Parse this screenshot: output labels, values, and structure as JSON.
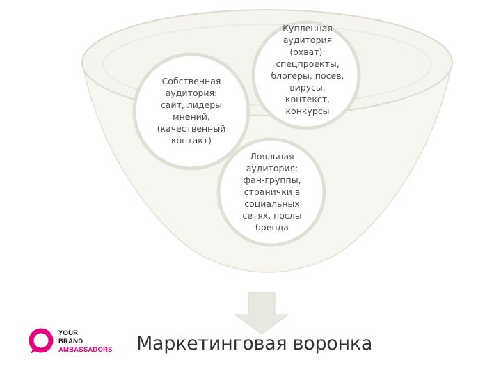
{
  "diagram": {
    "own_audience": "Собственная\nаудитория:\nсайт, лидеры\nмнений,\n(качественный\nконтакт)",
    "bought_audience": "Купленная\nаудитория\n(охват):\nспецпроекты,\nблогеры, посев,\nвирусы,\nконтекст,\nконкурсы",
    "loyal_audience": "Лояльная\nаудитория:\nфан-группы,\nстранички в\nсоциальных\nсетях, послы\nбренда"
  },
  "title": "Маркетинговая воронка",
  "logo": {
    "line1": "YOUR",
    "line2": "BRAND",
    "line3": "AMBASSADORS",
    "accent_color": "#e6007e"
  },
  "colors": {
    "funnel_fill": "#f6f5f0",
    "funnel_rim": "#dcdbd0",
    "circle_stroke": "#e0dfd6",
    "arrow_fill": "#e8e7e0"
  }
}
